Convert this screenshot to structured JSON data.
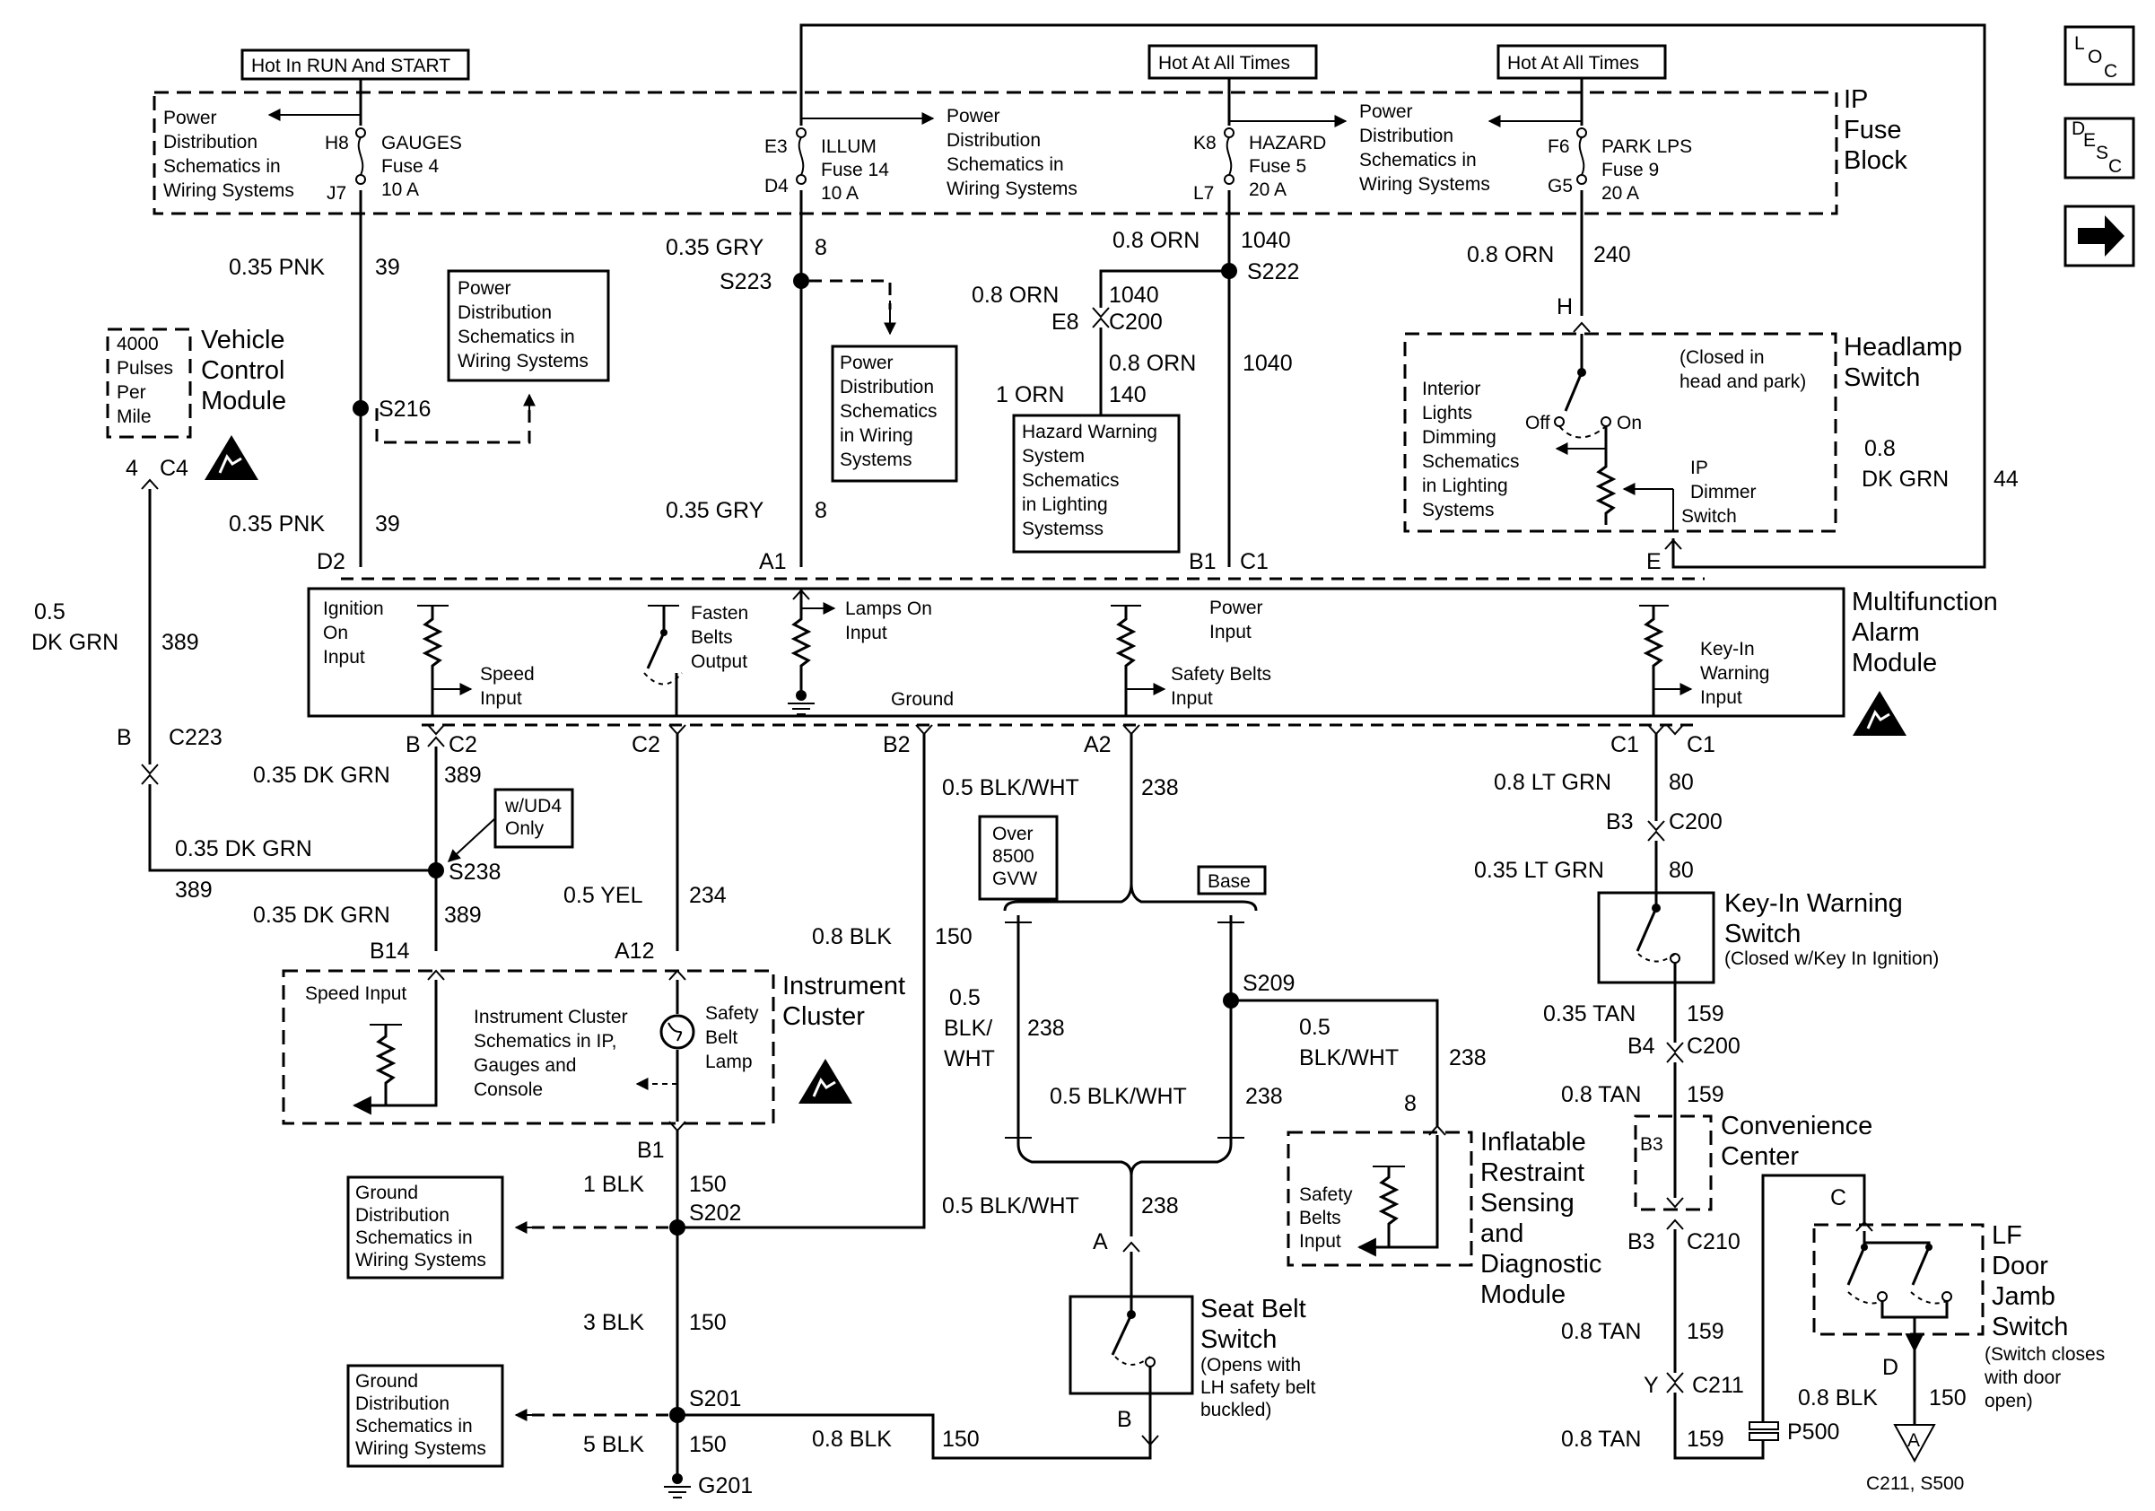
{
  "fuse_block": {
    "name_lines": [
      "IP",
      "Fuse",
      "Block"
    ],
    "hot_run_start": "Hot In RUN And START",
    "hot_all_times": "Hot At All Times",
    "hot_all_times_2": "Hot At All Times",
    "fuses": [
      {
        "in_pin": "H8",
        "out_pin": "J7",
        "lines": [
          "GAUGES",
          "Fuse 4",
          "10 A"
        ]
      },
      {
        "in_pin": "E3",
        "out_pin": "D4",
        "lines": [
          "ILLUM",
          "Fuse 14",
          "10 A"
        ]
      },
      {
        "in_pin": "K8",
        "out_pin": "L7",
        "lines": [
          "HAZARD",
          "Fuse 5",
          "20 A"
        ]
      },
      {
        "in_pin": "F6",
        "out_pin": "G5",
        "lines": [
          "PARK LPS",
          "Fuse 9",
          "20 A"
        ]
      }
    ],
    "pd_ref_1": [
      "Power",
      "Distribution",
      "Schematics in",
      "Wiring Systems"
    ],
    "pd_ref_2": [
      "Power",
      "Distribution",
      "Schematics in",
      "Wiring Systems"
    ],
    "pd_ref_3": [
      "Power",
      "Distribution",
      "Schematics in",
      "Wiring Systems"
    ]
  },
  "nav": {
    "loc": [
      "L",
      "O",
      "C"
    ],
    "desc": [
      "D",
      "E",
      "S",
      "C"
    ],
    "arrow_icon": "right-arrow-icon"
  },
  "wires": {
    "pnk1": "0.35 PNK",
    "pnk1_ckt": "39",
    "pnk2": "0.35 PNK",
    "pnk2_ckt": "39",
    "gry1": "0.35 GRY",
    "gry1_ckt": "8",
    "gry2": "0.35 GRY",
    "gry2_ckt": "8",
    "orn1": "0.8 ORN",
    "orn1_ckt": "1040",
    "orn2": "0.8 ORN",
    "orn2_ckt": "1040",
    "orn3": "0.8 ORN",
    "orn3_ckt": "1040",
    "orn4": "1 ORN",
    "orn4_ckt": "140",
    "orn5": "0.8 ORN",
    "orn5_ckt": "240",
    "dkgrn_hl_1": "0.8",
    "dkgrn_hl_2": "DK GRN",
    "dkgrn_hl_ckt": "44",
    "dkgrn_vcm_1": "0.5",
    "dkgrn_vcm_2": "DK GRN",
    "dkgrn_vcm_ckt": "389",
    "dkgrn_a": "0.35 DK GRN",
    "dkgrn_a_ckt": "389",
    "dkgrn_b": "0.35 DK GRN",
    "dkgrn_b_ckt": "389",
    "dkgrn_c": "0.35 DK GRN",
    "dkgrn_c_ckt": "389",
    "yel": "0.5 YEL",
    "yel_ckt": "234",
    "blk_ic": "0.8 BLK",
    "blk_ic_ckt": "150",
    "blkwht_a": "0.5 BLK/WHT",
    "blkwht_a_ckt": "238",
    "blkwht_l1": "0.5",
    "blkwht_l2": "BLK/",
    "blkwht_l3": "WHT",
    "blkwht_l_ckt": "238",
    "blkwht_r": "0.5 BLK/WHT",
    "blkwht_r_ckt": "238",
    "blkwht_ir1": "0.5",
    "blkwht_ir2": "BLK/WHT",
    "blkwht_ir_ckt": "238",
    "blkwht_sb": "0.5 BLK/WHT",
    "blkwht_sb_ckt": "238",
    "ltgrn1": "0.8 LT GRN",
    "ltgrn1_ckt": "80",
    "ltgrn2": "0.35 LT GRN",
    "ltgrn2_ckt": "80",
    "tan1": "0.35 TAN",
    "tan1_ckt": "159",
    "tan2": "0.8 TAN",
    "tan2_ckt": "159",
    "tan3": "0.8 TAN",
    "tan3_ckt": "159",
    "tan4": "0.8 TAN",
    "tan4_ckt": "159",
    "blk1": "1 BLK",
    "blk1_ckt": "150",
    "blk3": "3 BLK",
    "blk3_ckt": "150",
    "blk5": "5 BLK",
    "blk5_ckt": "150",
    "blk_sb": "0.8 BLK",
    "blk_sb_ckt": "150",
    "blk_door": "0.8 BLK",
    "blk_door_ckt": "150"
  },
  "splices": {
    "s216": "S216",
    "s223": "S223",
    "s222": "S222",
    "s238": "S238",
    "s209": "S209",
    "s202": "S202",
    "s201": "S201",
    "g201": "G201",
    "p500": "P500"
  },
  "connectors": {
    "d2": "D2",
    "a1": "A1",
    "b1": "B1",
    "c1_top": "C1",
    "e8": "E8",
    "c200_top": "C200",
    "h": "H",
    "e": "E",
    "b_c2": "B",
    "c2_a": "C2",
    "c2_b": "C2",
    "b2": "B2",
    "a2": "A2",
    "c1_b1": "C1",
    "c1_b2": "C1",
    "b_c223": "B",
    "c223": "C223",
    "four": "4",
    "c4": "C4",
    "b14": "B14",
    "a12": "A12",
    "b1_ic": "B1",
    "b3": "B3",
    "c200_b3": "C200",
    "b4": "B4",
    "c200_b4": "C200",
    "b3_cc": "B3",
    "b3_c210": "B3",
    "c210": "C210",
    "y": "Y",
    "c211": "C211",
    "a_sb": "A",
    "b_sb": "B",
    "eight": "8",
    "c_door": "C",
    "d_door": "D",
    "a_tri": "A",
    "c211_s500": "C211, S500"
  },
  "vcm": {
    "name_lines": [
      "Vehicle",
      "Control",
      "Module"
    ],
    "pulses_lines": [
      "4000",
      "Pulses",
      "Per",
      "Mile"
    ]
  },
  "hazard": {
    "lines": [
      "Hazard Warning",
      "System",
      "Schematics",
      "in Lighting",
      "Systemss"
    ]
  },
  "pd_ref_s216": {
    "lines": [
      "Power",
      "Distribution",
      "Schematics in",
      "Wiring Systems"
    ]
  },
  "pd_ref_s223": {
    "lines": [
      "Power",
      "Distribution",
      "Schematics",
      "in Wiring",
      "Systems"
    ]
  },
  "headlamp": {
    "name_lines": [
      "Headlamp",
      "Switch"
    ],
    "closed_note": [
      "(Closed in",
      "head and park)"
    ],
    "interior_lines": [
      "Interior",
      "Lights",
      "Dimming",
      "Schematics",
      "in Lighting",
      "Systems"
    ],
    "off": "Off",
    "on": "On",
    "dimmer_lines": [
      "IP",
      "Dimmer",
      "Switch"
    ]
  },
  "mam": {
    "name_lines": [
      "Multifunction",
      "Alarm",
      "Module"
    ],
    "ign_lines": [
      "Ignition",
      "On",
      "Input"
    ],
    "speed_lines": [
      "Speed",
      "Input"
    ],
    "fasten_lines": [
      "Fasten",
      "Belts",
      "Output"
    ],
    "lamps_lines": [
      "Lamps On",
      "Input"
    ],
    "ground": "Ground",
    "power_lines": [
      "Power",
      "Input"
    ],
    "safety_lines": [
      "Safety Belts",
      "Input"
    ],
    "keyin_lines": [
      "Key-In",
      "Warning",
      "Input"
    ]
  },
  "ud4": {
    "lines": [
      "w/UD4",
      "Only"
    ]
  },
  "cluster": {
    "name_lines": [
      "Instrument",
      "Cluster"
    ],
    "speed_input": "Speed Input",
    "ref_lines": [
      "Instrument Cluster",
      "Schematics in IP,",
      "Gauges and",
      "Console"
    ],
    "lamp_lines": [
      "Safety",
      "Belt",
      "Lamp"
    ]
  },
  "gvw": {
    "lines": [
      "Over",
      "8500",
      "GVW"
    ]
  },
  "base": "Base",
  "irsdm": {
    "name_lines": [
      "Inflatable",
      "Restraint",
      "Sensing",
      "and",
      "Diagnostic",
      "Module"
    ],
    "input_lines": [
      "Safety",
      "Belts",
      "Input"
    ]
  },
  "keyin_switch": {
    "name_lines": [
      "Key-In Warning",
      "Switch"
    ],
    "note": "(Closed w/Key In Ignition)"
  },
  "conv": {
    "name_lines": [
      "Convenience",
      "Center"
    ]
  },
  "door": {
    "name_lines": [
      "LF",
      "Door",
      "Jamb",
      "Switch"
    ],
    "note_lines": [
      "(Switch closes",
      "with door",
      "open)"
    ]
  },
  "seatbelt": {
    "name_lines": [
      "Seat Belt",
      "Switch"
    ],
    "note_lines": [
      "(Opens with",
      "LH safety belt",
      "buckled)"
    ]
  },
  "gd_ref_1": {
    "lines": [
      "Ground",
      "Distribution",
      "Schematics in",
      "Wiring Systems"
    ]
  },
  "gd_ref_2": {
    "lines": [
      "Ground",
      "Distribution",
      "Schematics in",
      "Wiring Systems"
    ]
  }
}
